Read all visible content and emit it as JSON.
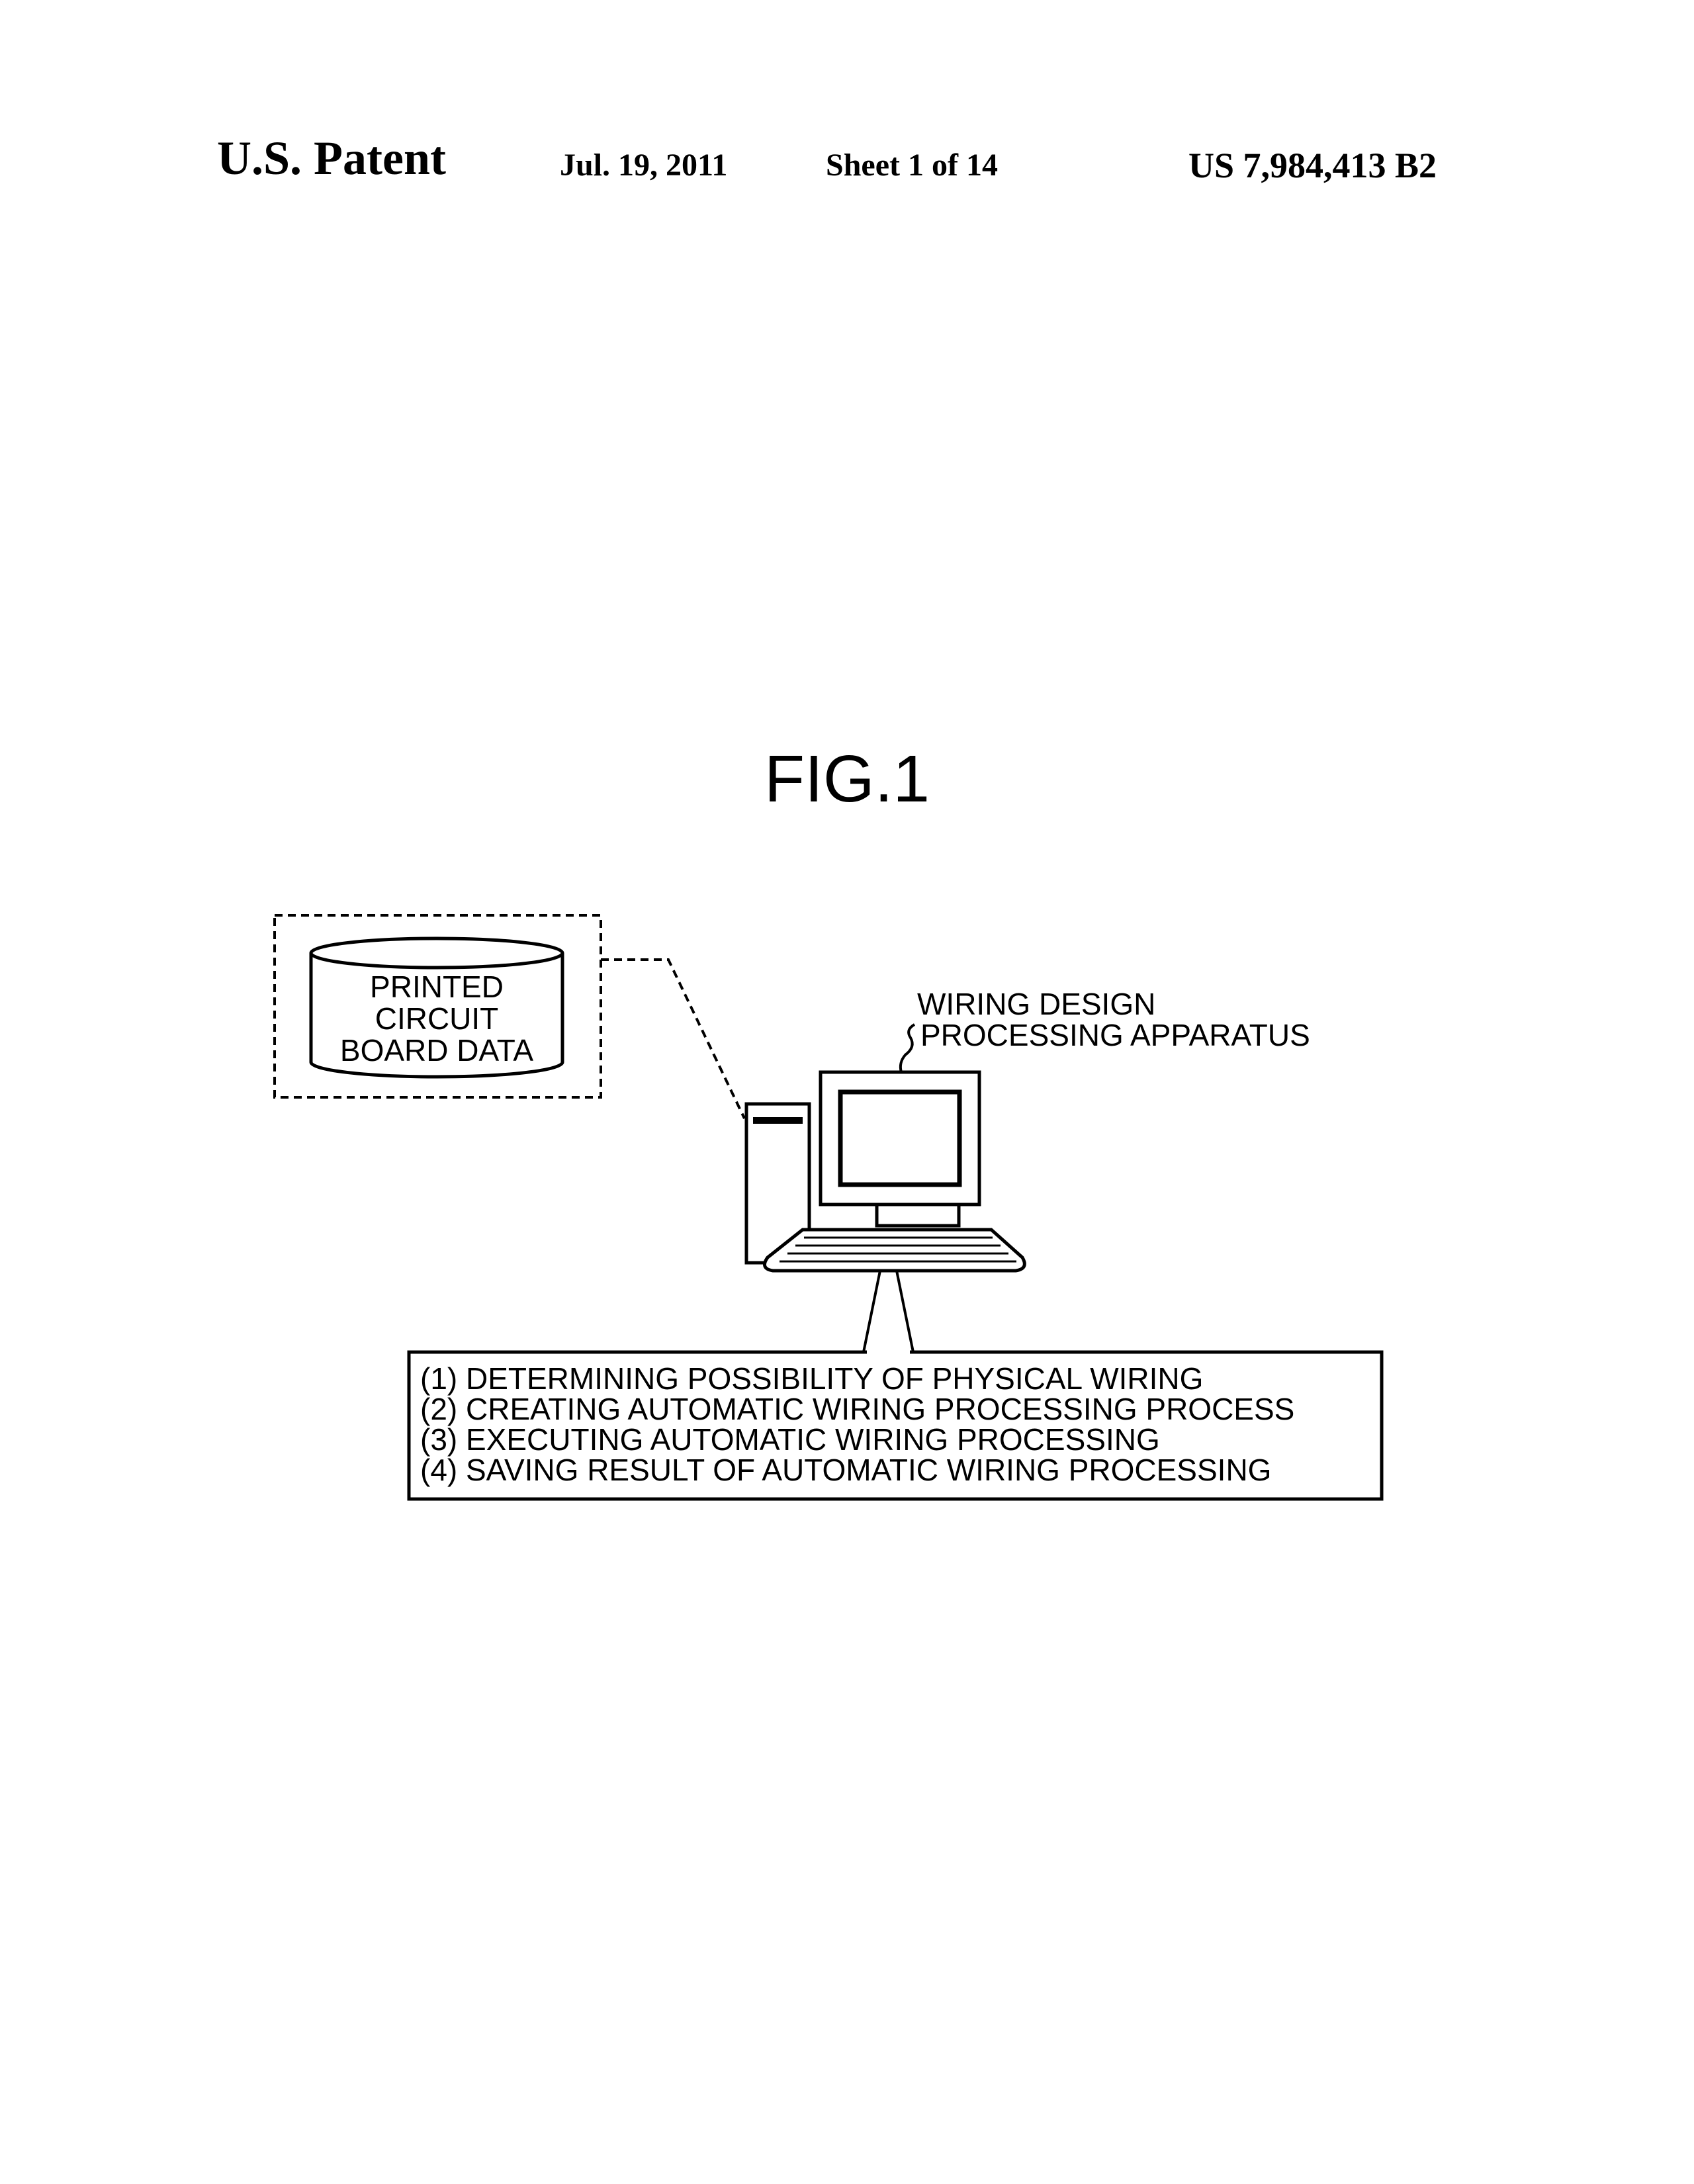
{
  "header": {
    "left": "U.S. Patent",
    "date": "Jul. 19, 2011",
    "sheet": "Sheet 1 of 14",
    "patent_number": "US 7,984,413 B2"
  },
  "figure": {
    "title": "FIG.1",
    "database": {
      "lines": [
        "PRINTED",
        "CIRCUIT",
        "BOARD DATA"
      ]
    },
    "apparatus": {
      "lines": [
        "WIRING DESIGN",
        "PROCESSING APPARATUS"
      ]
    },
    "steps": [
      "(1) DETERMINING POSSIBILITY OF PHYSICAL WIRING",
      "(2) CREATING AUTOMATIC WIRING PROCESSING PROCESS",
      "(3) EXECUTING AUTOMATIC WIRING PROCESSING",
      "(4) SAVING RESULT OF AUTOMATIC WIRING PROCESSING"
    ]
  }
}
